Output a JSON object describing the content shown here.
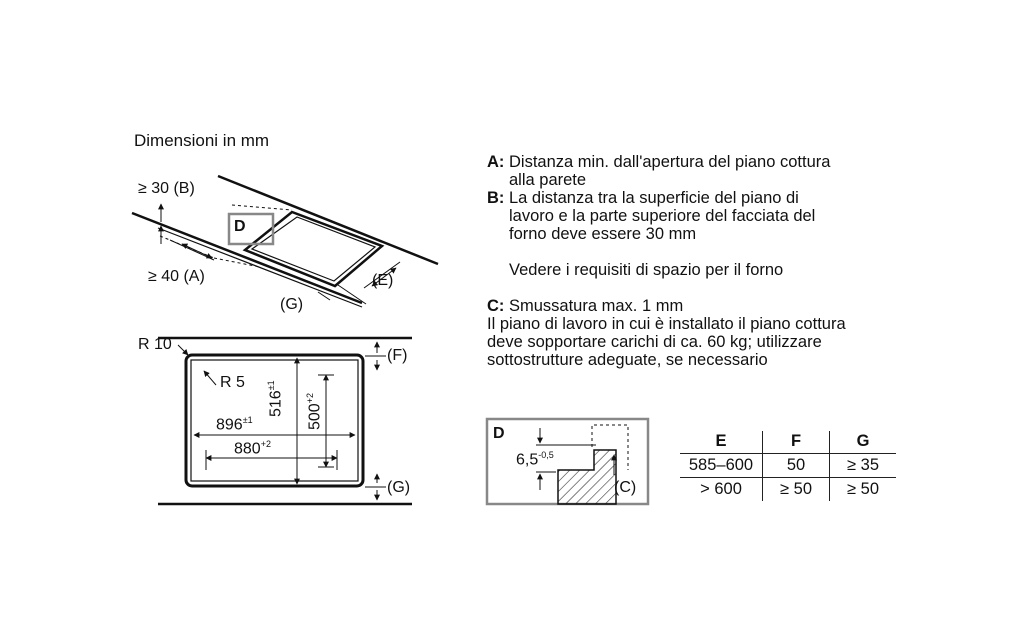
{
  "title": "Dimensioni in mm",
  "top_diagram": {
    "b_label": "≥ 30 (B)",
    "d_label": "D",
    "a_label": "≥ 40 (A)",
    "e_label": "(E)",
    "g_label": "(G)"
  },
  "plan_diagram": {
    "r10": "R 10",
    "r5": "R 5",
    "dim_896": "896",
    "dim_896_tol": "±1",
    "dim_880": "880",
    "dim_880_tol": "+2",
    "dim_516": "516",
    "dim_516_tol": "±1",
    "dim_500": "500",
    "dim_500_tol": "+2",
    "f_label": "(F)",
    "g_label": "(G)"
  },
  "detail_diagram": {
    "d_label": "D",
    "dim": "6,5",
    "dim_tol": "-0,5",
    "c_label": "(C)"
  },
  "legend": {
    "a_key": "A:",
    "a_line1": "Distanza min. dall'apertura del piano cottura",
    "a_line2": "alla parete",
    "b_key": "B:",
    "b_line1": "La distanza tra la superficie del piano di",
    "b_line2": "lavoro e la parte superiore del facciata del",
    "b_line3": "forno deve essere 30 mm",
    "b_note": "Vedere i requisiti di spazio per il forno",
    "c_key": "C:",
    "c_line1": "Smussatura max. 1 mm",
    "c_para1": "Il piano di lavoro in cui è installato il piano cottura",
    "c_para2": "deve sopportare carichi di ca. 60 kg; utilizzare",
    "c_para3": "sottostrutture adeguate, se necessario"
  },
  "table": {
    "headers": [
      "E",
      "F",
      "G"
    ],
    "rows": [
      [
        "585–600",
        "50",
        "≥ 35"
      ],
      [
        "> 600",
        "≥ 50",
        "≥ 50"
      ]
    ]
  }
}
